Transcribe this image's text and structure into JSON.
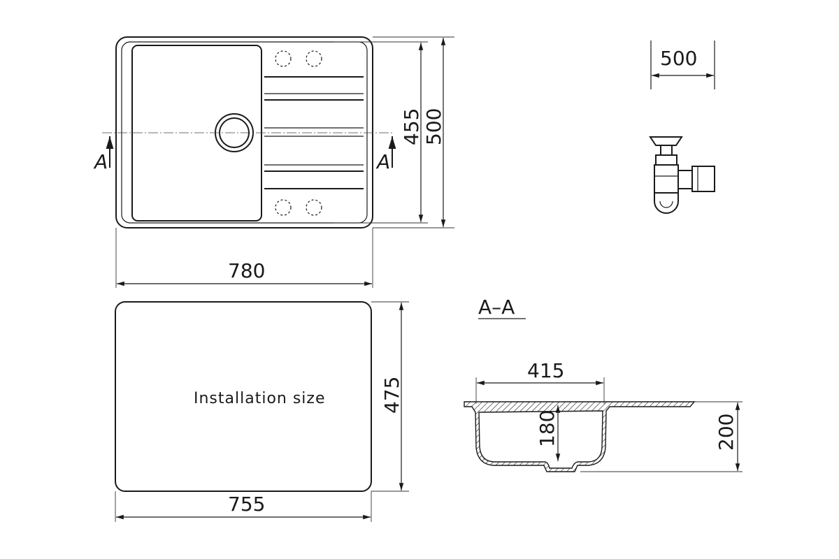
{
  "dimensions": {
    "top_view_width": "780",
    "top_view_height_inner": "455",
    "top_view_height_outer": "500",
    "cabinet_width": "500",
    "cutout_width": "755",
    "cutout_height": "475",
    "bowl_width": "415",
    "bowl_depth": "180",
    "total_depth": "200"
  },
  "labels": {
    "section_marker_left": "A",
    "section_marker_right": "A",
    "section_title": "A–A",
    "installation_text": "Installation size"
  }
}
